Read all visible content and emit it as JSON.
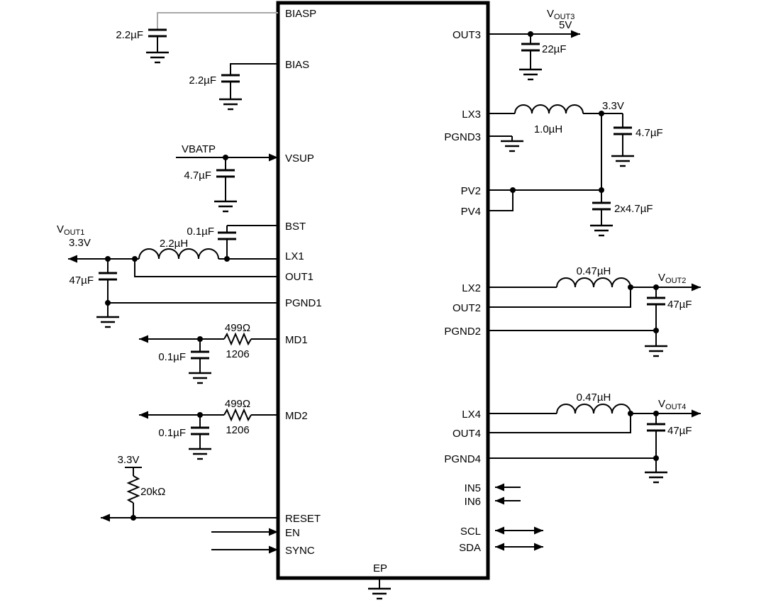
{
  "ic": {
    "left_pins": [
      "BIASP",
      "BIAS",
      "VSUP",
      "BST",
      "LX1",
      "OUT1",
      "PGND1",
      "MD1",
      "MD2",
      "RESET",
      "EN",
      "SYNC"
    ],
    "right_pins": [
      "OUT3",
      "LX3",
      "PGND3",
      "PV2",
      "PV4",
      "LX2",
      "OUT2",
      "PGND2",
      "LX4",
      "OUT4",
      "PGND4",
      "IN5",
      "IN6",
      "SCL",
      "SDA"
    ],
    "bottom_pin": "EP"
  },
  "labels": {
    "biasp_cap": "2.2µF",
    "bias_cap": "2.2µF",
    "vbatp": "VBATP",
    "vsup_cap": "4.7µF",
    "bst_cap": "0.1µF",
    "lx1_ind": "2.2µH",
    "vout1_v": "V",
    "vout1_sub": "OUT1",
    "vout1_volt": "3.3V",
    "out1_cap": "47µF",
    "md1_res": "499Ω",
    "md1_pkg": "1206",
    "md1_cap": "0.1µF",
    "md2_res": "499Ω",
    "md2_pkg": "1206",
    "md2_cap": "0.1µF",
    "reset_rail": "3.3V",
    "reset_res": "20kΩ",
    "vout3_v": "V",
    "vout3_sub": "OUT3",
    "vout3_volt": "5V",
    "out3_cap": "22µF",
    "lx3_ind": "1.0µH",
    "lx3_rail": "3.3V",
    "lx3_cap": "4.7µF",
    "pv_cap": "2x4.7µF",
    "lx2_ind": "0.47µH",
    "vout2_v": "V",
    "vout2_sub": "OUT2",
    "out2_cap": "47µF",
    "lx4_ind": "0.47µH",
    "vout4_v": "V",
    "vout4_sub": "OUT4",
    "out4_cap": "47µF"
  },
  "colors": {
    "wire": "#000000",
    "biasp_wire": "#a8a8a8",
    "background": "#ffffff"
  }
}
